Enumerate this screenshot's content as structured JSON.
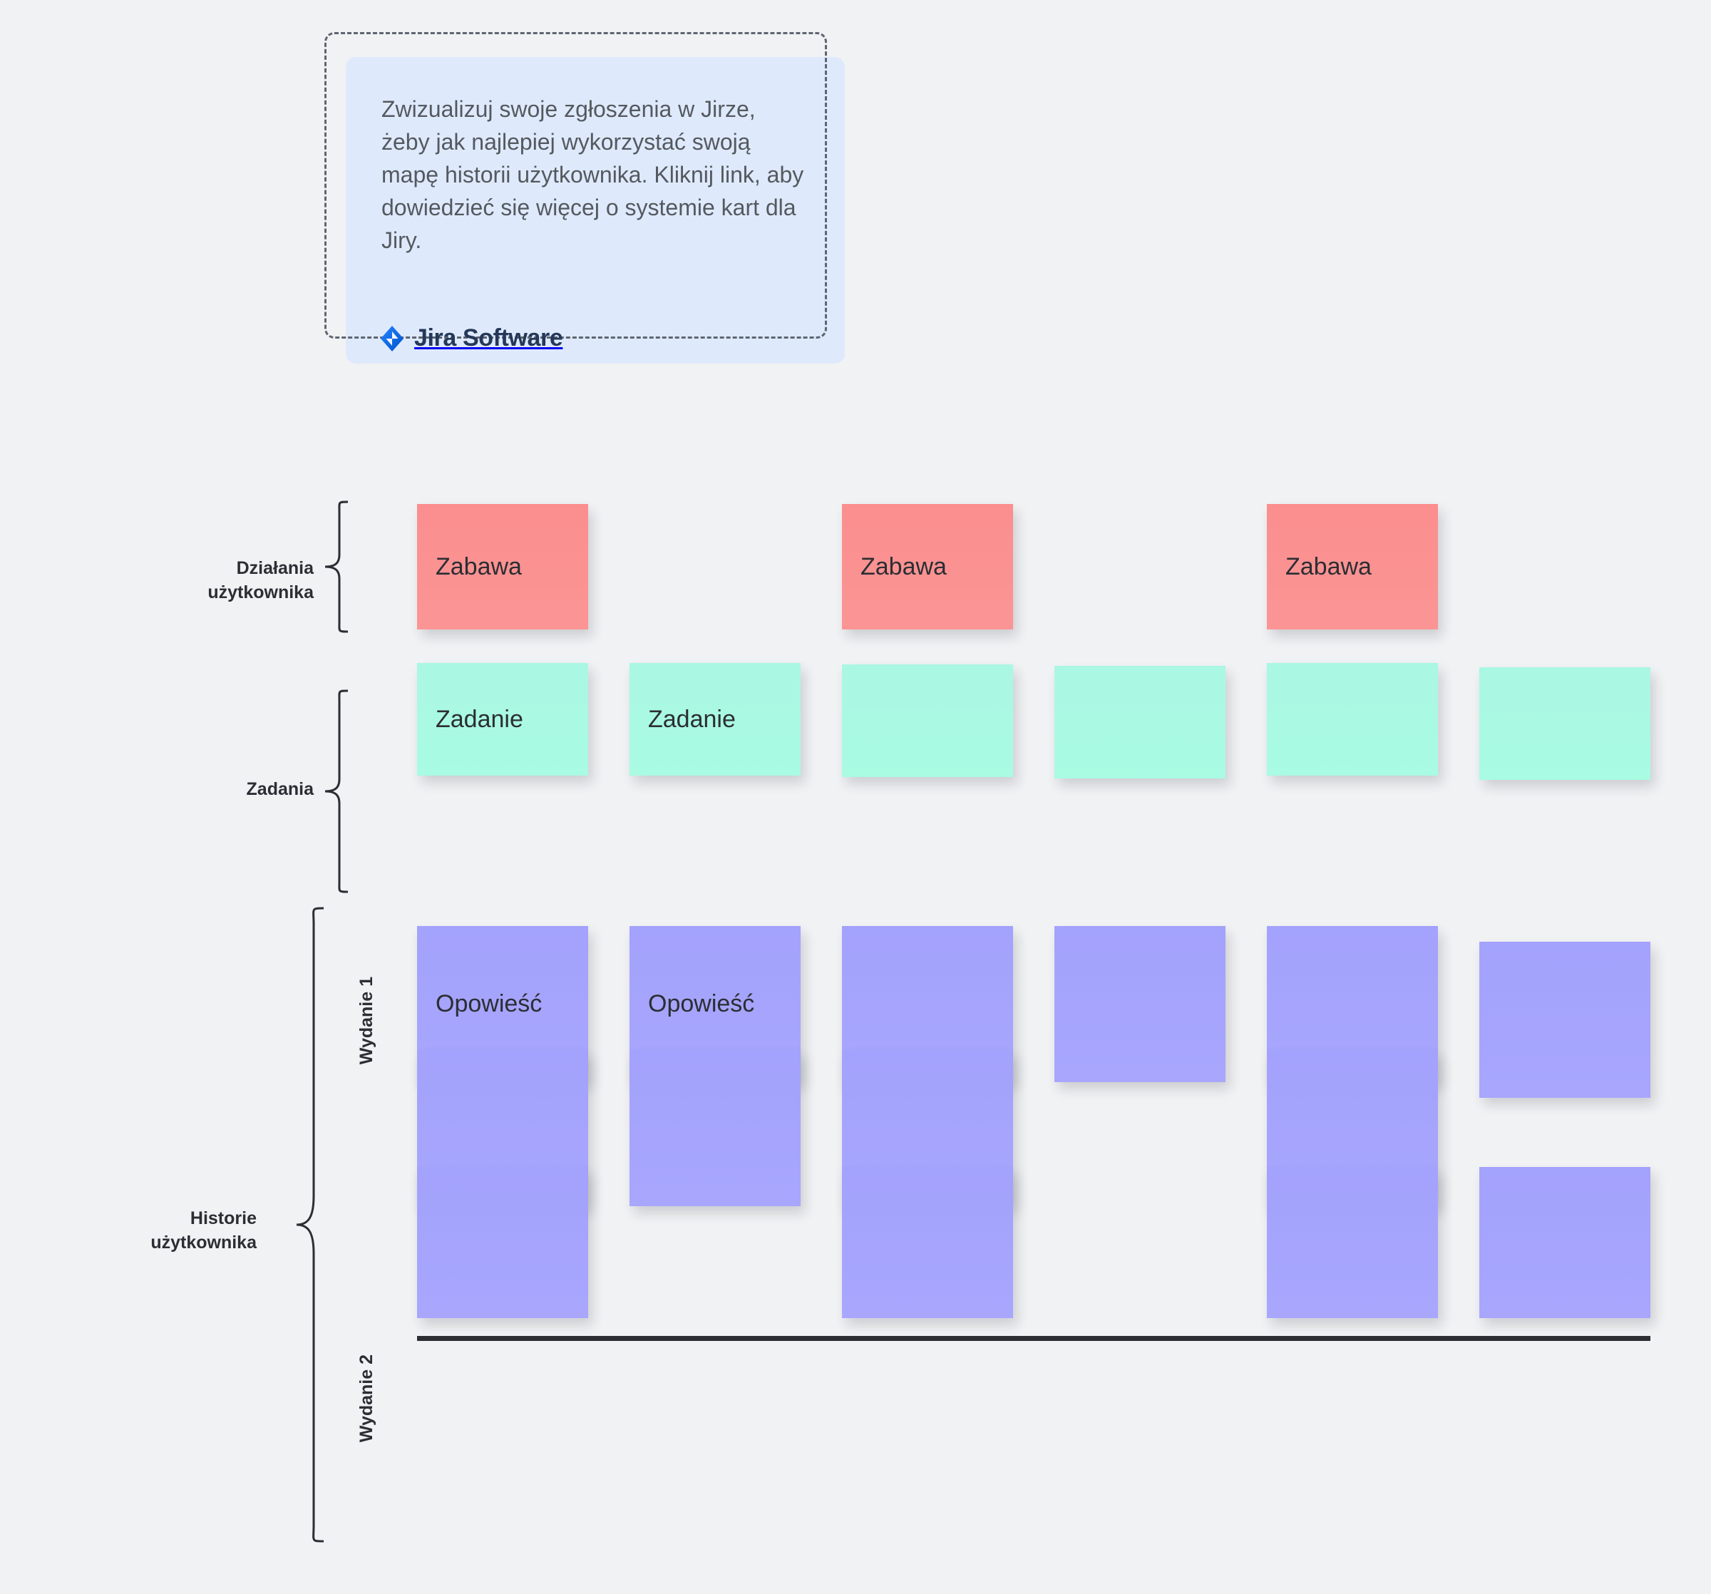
{
  "callout": {
    "body": "Zwizualizuj swoje zgłoszenia w Jirze, żeby jak najlepiej wykorzystać swoją mapę historii użytkownika. Kliknij link, aby dowiedzieć się więcej o systemie kart dla Jiry.",
    "brand": "Jira Software",
    "brand_color": "#2684ff",
    "card_bg": "#deeafc"
  },
  "labels": {
    "user_activities": "Działania\nużytkownika",
    "tasks": "Zadania",
    "user_stories": "Historie\nużytkownika",
    "release_1": "Wydanie 1",
    "release_2": "Wydanie 2"
  },
  "colors": {
    "background": "#f1f2f4",
    "activity_card": "#fb8e8e",
    "task_card": "#aaf7e4",
    "story_card": "#a3a2fc",
    "separator": "#2b2e33"
  },
  "board": {
    "columns": 6,
    "rows": [
      {
        "id": "user-activities",
        "kind": "activity",
        "cards": [
          {
            "col": 1,
            "label": "Zabawa"
          },
          {
            "col": 3,
            "label": "Zabawa"
          },
          {
            "col": 5,
            "label": "Zabawa"
          }
        ]
      },
      {
        "id": "tasks",
        "kind": "task",
        "cards": [
          {
            "col": 1,
            "label": "Zadanie"
          },
          {
            "col": 2,
            "label": "Zadanie"
          },
          {
            "col": 3,
            "label": ""
          },
          {
            "col": 4,
            "label": ""
          },
          {
            "col": 5,
            "label": ""
          },
          {
            "col": 6,
            "label": ""
          }
        ]
      },
      {
        "id": "stories-release-1-row-1",
        "kind": "story",
        "cards": [
          {
            "col": 1,
            "label": "Opowieść"
          },
          {
            "col": 2,
            "label": "Opowieść"
          },
          {
            "col": 3,
            "label": ""
          },
          {
            "col": 4,
            "label": ""
          },
          {
            "col": 5,
            "label": ""
          },
          {
            "col": 6,
            "label": ""
          }
        ]
      },
      {
        "id": "stories-release-1-row-2",
        "kind": "story",
        "cards": [
          {
            "col": 1,
            "label": ""
          },
          {
            "col": 2,
            "label": ""
          },
          {
            "col": 3,
            "label": ""
          },
          {
            "col": 5,
            "label": ""
          }
        ]
      },
      {
        "id": "stories-release-2-row-1",
        "kind": "story",
        "cards": [
          {
            "col": 1,
            "label": ""
          },
          {
            "col": 3,
            "label": ""
          },
          {
            "col": 5,
            "label": ""
          },
          {
            "col": 6,
            "label": ""
          }
        ]
      }
    ]
  }
}
